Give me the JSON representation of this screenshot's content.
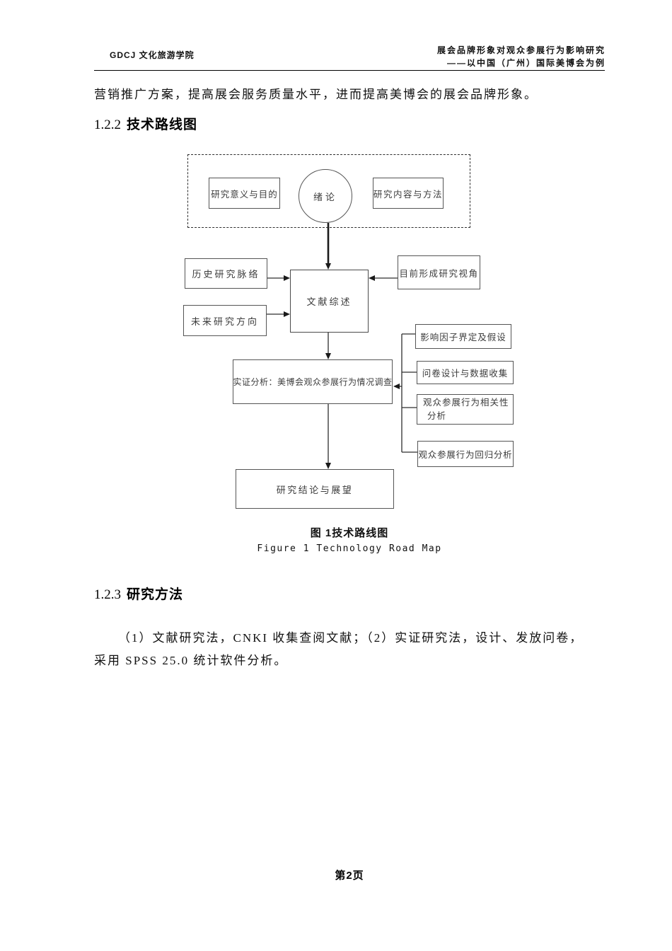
{
  "header": {
    "school": "GDCJ 文化旅游学院",
    "title_line1": "展会品牌形象对观众参展行为影响研究",
    "title_line2": "——以中国（广州）国际美博会为例"
  },
  "body": {
    "intro_paragraph": "营销推广方案，提高展会服务质量水平，进而提高美博会的展会品牌形象。",
    "section_technical": {
      "number": "1.2.2",
      "title": "技术路线图"
    },
    "section_method": {
      "number": "1.2.3",
      "title": "研究方法",
      "para_line1": "（1）文献研究法，CNKI 收集查阅文献；（2）实证研究法，设计、发放问卷，",
      "para_line2": "采用 SPSS 25.0 统计软件分析。"
    }
  },
  "figure": {
    "caption_zh": "图 1技术路线图",
    "caption_en": "Figure 1 Technology Road Map",
    "nodes": {
      "significance": "研究意义与目的",
      "introduction": "绪论",
      "content_method": "研究内容与方法",
      "history": "历史研究脉络",
      "future": "未来研究方向",
      "literature": "文献综述",
      "perspective": "目前形成研究视角",
      "empirical": "实证分析：美博会观众参展行为情况调查",
      "factor": "影响因子界定及假设",
      "questionnaire": "问卷设计与数据收集",
      "correlation_line1": "观众参展行为相关性",
      "correlation_line2": "分析",
      "regression": "观众参展行为回归分析",
      "conclusion": "研究结论与展望"
    }
  },
  "footer": {
    "page_label": "第2页"
  },
  "colors": {
    "text": "#1a1a1a",
    "diagram_border": "#555555",
    "diagram_text": "#3c3c3c",
    "rule": "#000000"
  }
}
